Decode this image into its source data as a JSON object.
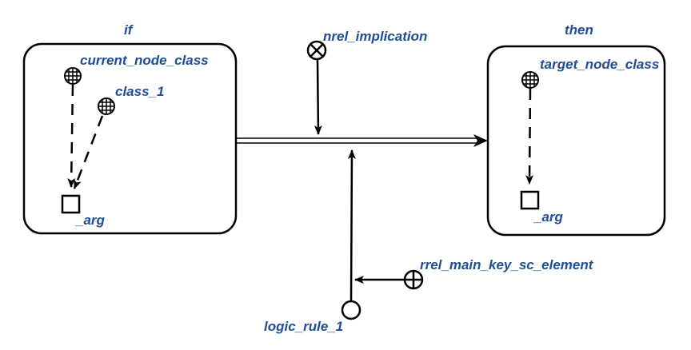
{
  "contours": {
    "if_label": "if",
    "then_label": "then"
  },
  "nodes": {
    "current_node_class": "current_node_class",
    "class_1": "class_1",
    "arg_if": "_arg",
    "target_node_class": "target_node_class",
    "arg_then": "_arg",
    "nrel_implication": "nrel_implication",
    "rrel_main_key_sc_element": "rrel_main_key_sc_element",
    "logic_rule_1": "logic_rule_1"
  },
  "colors": {
    "label_text": "#1f4e96",
    "stroke": "#000000",
    "background": "#ffffff"
  }
}
